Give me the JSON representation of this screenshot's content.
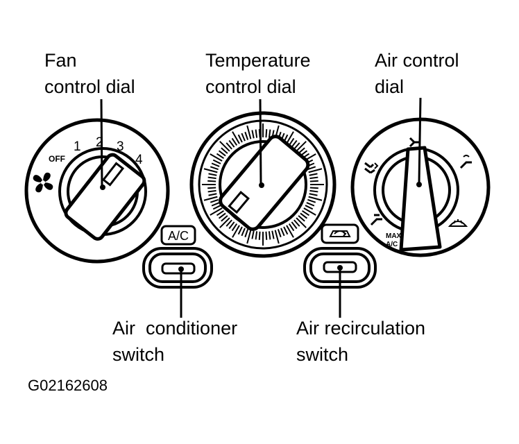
{
  "labels": {
    "fan_dial_line1": "Fan",
    "fan_dial_line2": "control dial",
    "temp_dial_line1": "Temperature",
    "temp_dial_line2": "control dial",
    "air_dial_line1": "Air control",
    "air_dial_line2": "dial",
    "ac_switch_line1": "Air  conditioner",
    "ac_switch_line2": "switch",
    "recirc_switch_line1": "Air recirculation",
    "recirc_switch_line2": "switch"
  },
  "fan_dial": {
    "off": "OFF",
    "speeds": [
      "1",
      "2",
      "3",
      "4"
    ]
  },
  "ac_badge": "A/C",
  "air_dial": {
    "max_label": "MAX",
    "max_sub": "A/C"
  },
  "figure_code": "G02162608",
  "icons": [
    "fan-icon",
    "vent-face-icon",
    "bi-level-icon",
    "foot-icon",
    "foot-defrost-icon",
    "defrost-icon",
    "recirculation-icon"
  ]
}
